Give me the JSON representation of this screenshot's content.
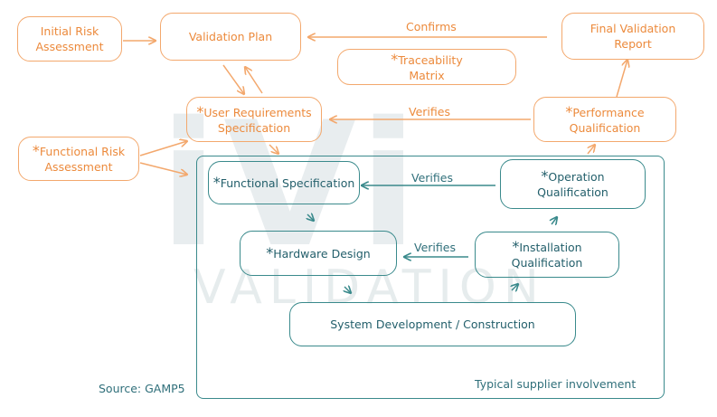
{
  "watermark": {
    "logo": "iVi",
    "text": "VALIDATION"
  },
  "boxes": {
    "initial_risk": "Initial Risk Assessment",
    "validation_plan": "Validation Plan",
    "final_report": "Final Validation Report",
    "traceability": "Traceability Matrix",
    "urs": "User Requirements Specification",
    "perf_qual": "Performance Qualification",
    "func_risk": "Functional Risk Assessment",
    "func_spec": "Functional Specification",
    "op_qual": "Operation Qualification",
    "hw_design": "Hardware Design",
    "inst_qual": "Installation Qualification",
    "sys_dev": "System Development / Construction"
  },
  "asterisk": "*",
  "labels": {
    "confirms": "Confirms",
    "verifies": "Verifies",
    "source": "Source: GAMP5",
    "supplier": "Typical supplier involvement"
  },
  "colors": {
    "orange": "#ec8a3c",
    "teal": "#235f6b"
  }
}
